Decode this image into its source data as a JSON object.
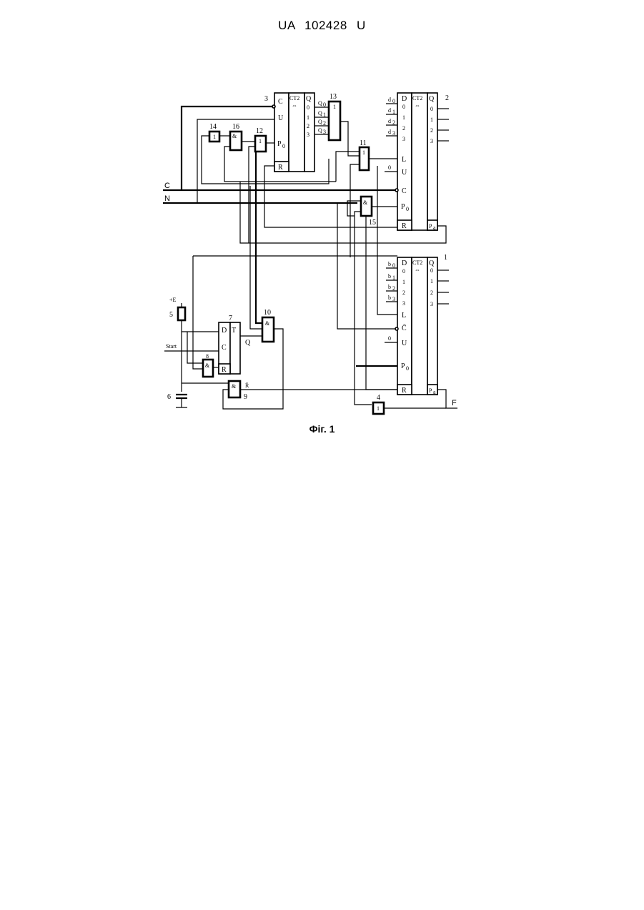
{
  "document": {
    "header": "UA 102428 U",
    "caption": "Фіг. 1"
  },
  "counters": {
    "c3": {
      "id": "3",
      "header": "CT2",
      "arrow": "⇔",
      "inputs": [
        "C",
        "U",
        "P",
        "R"
      ],
      "p_sub": "0",
      "q_header": "Q",
      "q_pins": [
        "0",
        "1",
        "2",
        "3"
      ],
      "q_taps": [
        "Q",
        "Q",
        "Q",
        "Q"
      ],
      "q_tap_subs": [
        "0",
        "1",
        "2",
        "3"
      ]
    },
    "c2": {
      "id": "2",
      "header": "CT2",
      "arrow": "⇔",
      "d_header": "D",
      "d_pins": [
        "0",
        "1",
        "2",
        "3"
      ],
      "d_labels": [
        "d",
        "d",
        "d",
        "d"
      ],
      "d_subs": [
        "0",
        "1",
        "2",
        "3"
      ],
      "controls": [
        "L",
        "U",
        "C",
        "P",
        "R"
      ],
      "p_sub": "0",
      "u_const": "0",
      "q_header": "Q",
      "q_pins": [
        "0",
        "1",
        "2",
        "3"
      ],
      "pa": "P",
      "pa_sub": "a"
    },
    "c1": {
      "id": "1",
      "header": "CT2",
      "arrow": "⇔",
      "d_header": "D",
      "d_pins": [
        "0",
        "1",
        "2",
        "3"
      ],
      "d_labels": [
        "b",
        "b",
        "b",
        "b"
      ],
      "d_subs": [
        "0",
        "1",
        "2",
        "3"
      ],
      "controls": [
        "L",
        "C",
        "U",
        "P",
        "R"
      ],
      "c_overline": "C̄",
      "p_sub": "0",
      "u_const": "0",
      "q_header": "Q",
      "q_pins": [
        "0",
        "1",
        "2",
        "3"
      ],
      "pa": "P",
      "pa_sub": "a"
    }
  },
  "gates": {
    "g13": {
      "id": "13",
      "symbol": "1"
    },
    "g14": {
      "id": "14",
      "symbol": "1"
    },
    "g16": {
      "id": "16",
      "symbol": "&"
    },
    "g12": {
      "id": "12",
      "symbol": "1"
    },
    "g11": {
      "id": "11",
      "symbol": "1"
    },
    "g15": {
      "id": "15",
      "symbol": "&"
    },
    "g10": {
      "id": "10",
      "symbol": "&"
    },
    "g8": {
      "id": "8",
      "symbol": "&"
    },
    "g9": {
      "id": "9",
      "symbol": "&"
    },
    "g4": {
      "id": "4",
      "symbol": "1"
    }
  },
  "trigger": {
    "id": "7",
    "d": "D",
    "t": "T",
    "c": "C",
    "r": "R",
    "q": "Q"
  },
  "components": {
    "resistor_id": "5",
    "supply": "+E",
    "capacitor_id": "6",
    "start": "Start",
    "r_bar": "R̄"
  },
  "signals": {
    "c": "C",
    "n": "N",
    "f": "F"
  }
}
